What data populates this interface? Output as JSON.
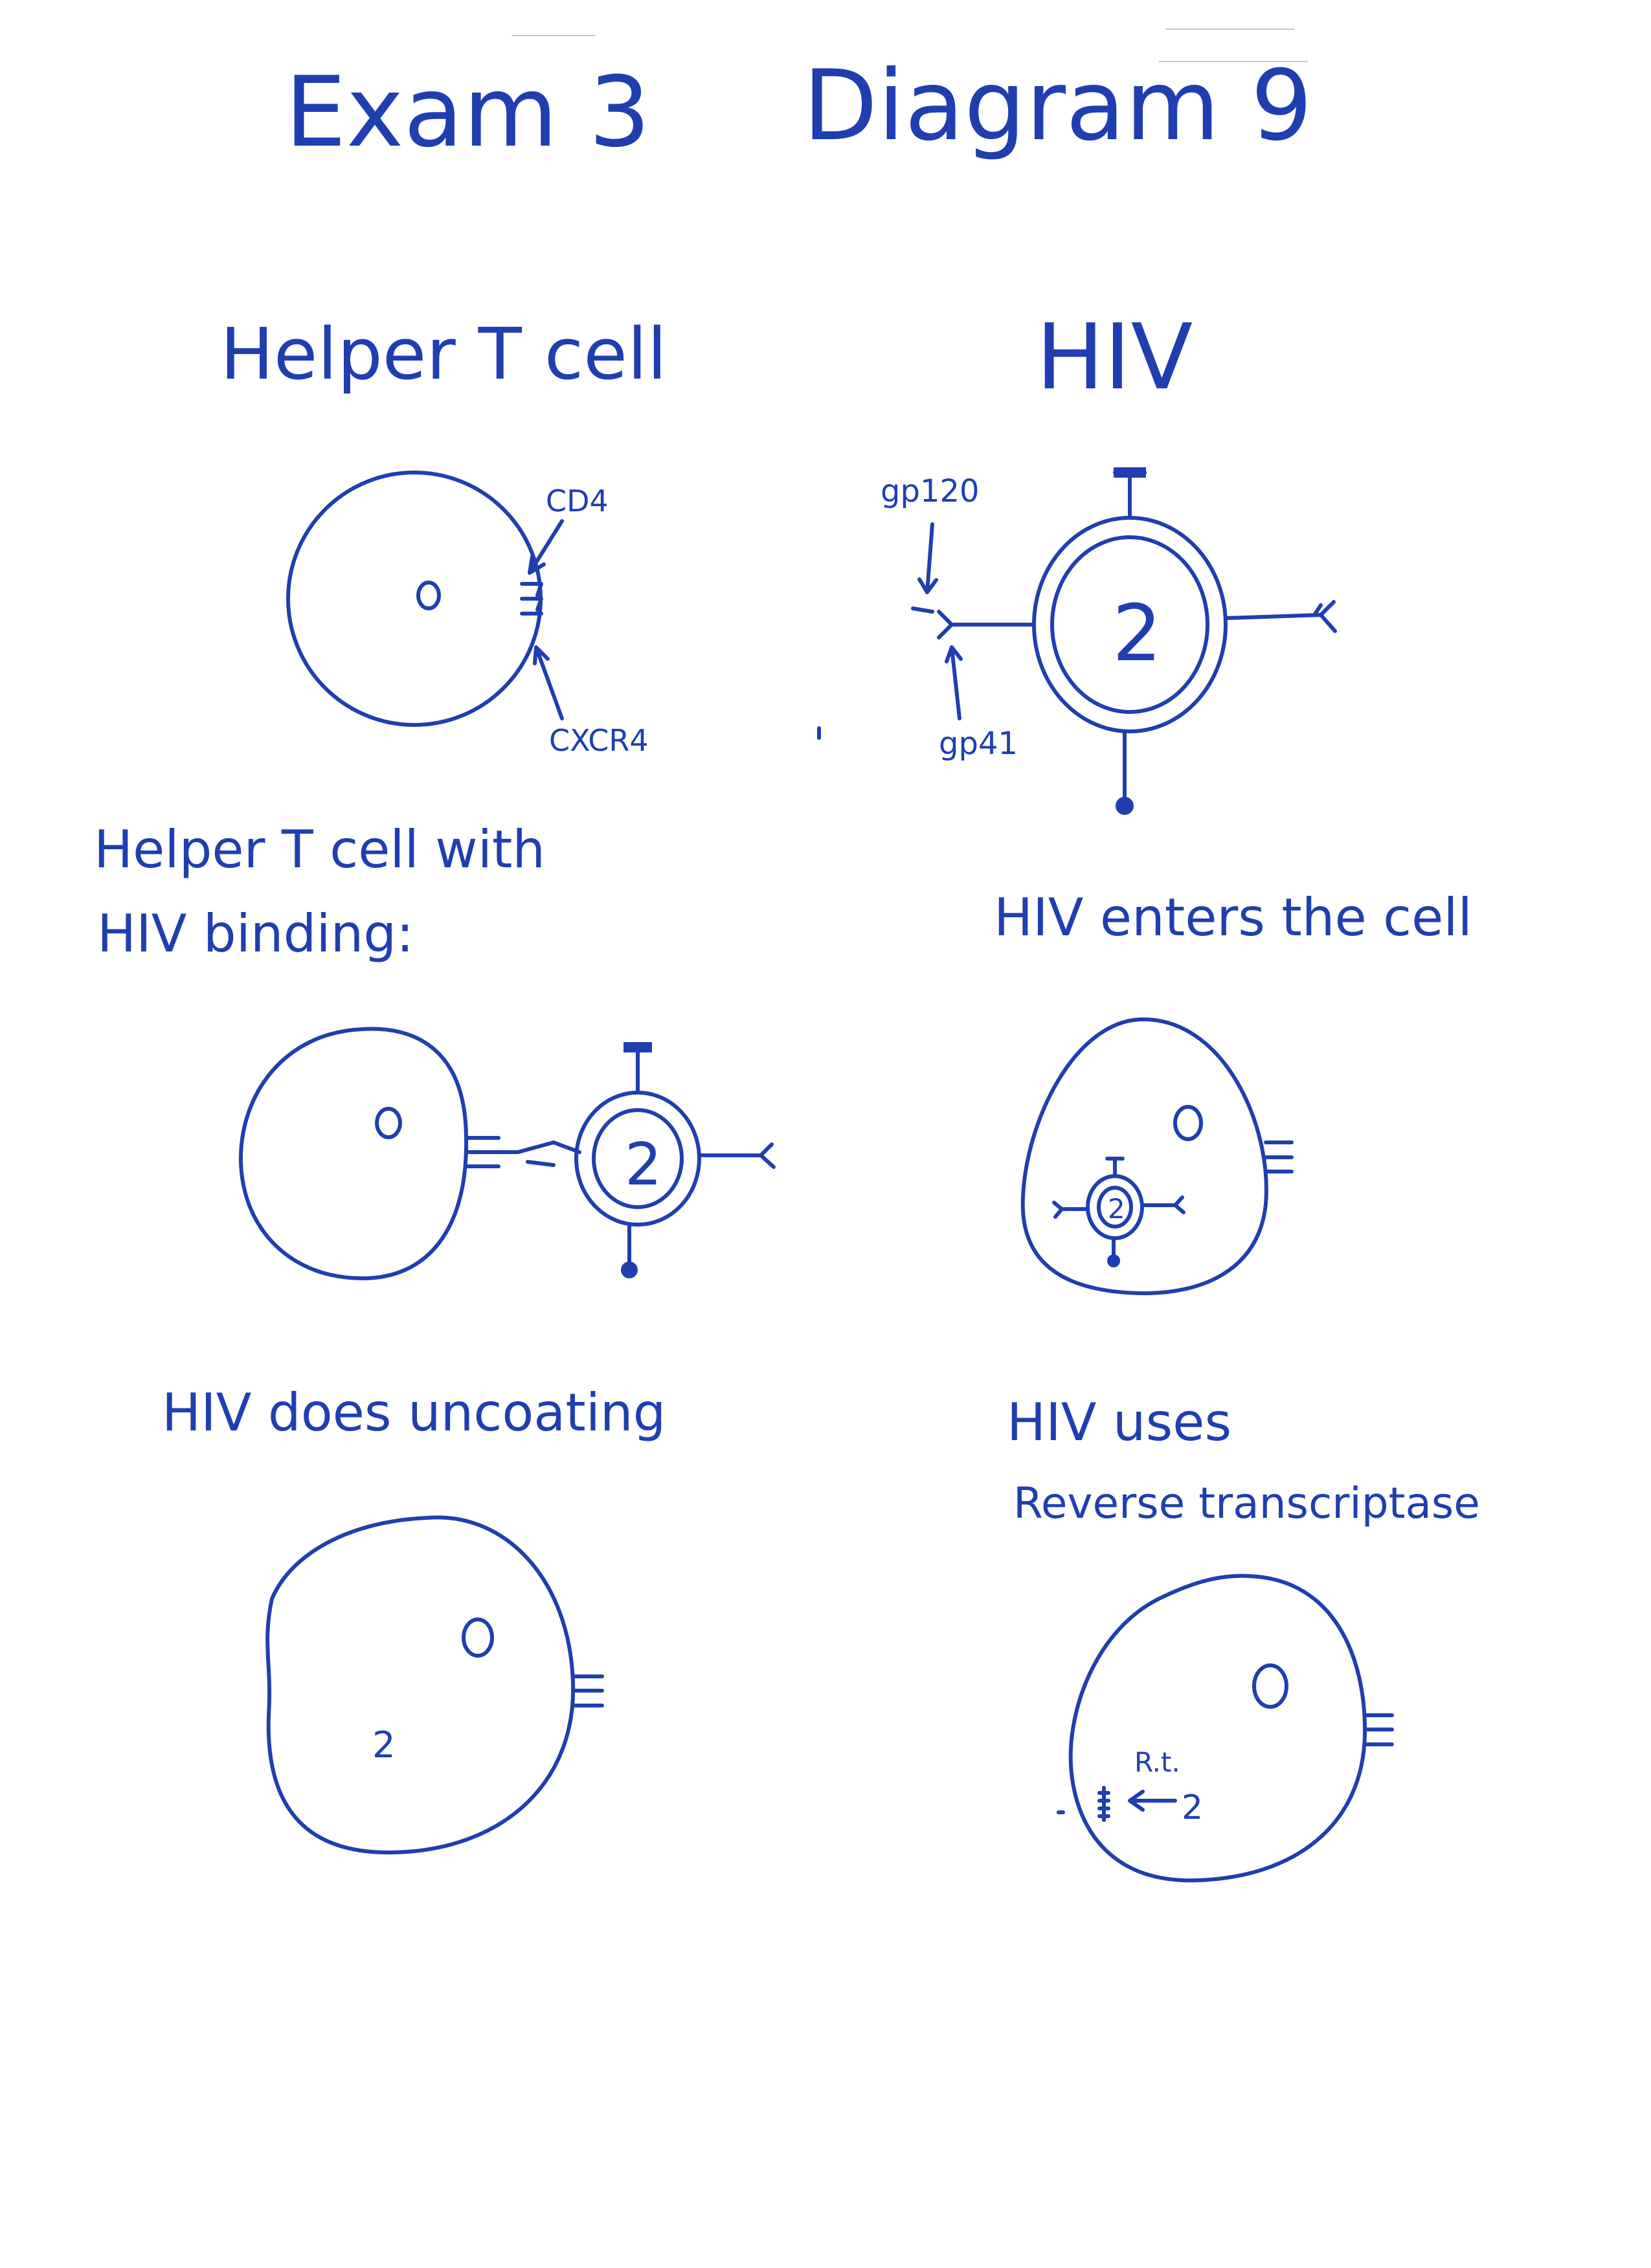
{
  "page": {
    "title_left": "Exam 3",
    "title_right": "Diagram 9"
  },
  "panels": {
    "helper_t_cell": {
      "title": "Helper T cell",
      "labels": {
        "cd4": "CD4",
        "cxcr4": "CXCR4"
      }
    },
    "hiv": {
      "title": "HIV",
      "labels": {
        "gp120": "gp120",
        "gp41": "gp41",
        "core": "2"
      }
    },
    "binding": {
      "title_line1": "Helper T cell with",
      "title_line2": "HIV binding:",
      "core": "2"
    },
    "enters": {
      "title": "HIV enters the cell",
      "core": "2"
    },
    "uncoating": {
      "title": "HIV does uncoating",
      "rna": "2"
    },
    "reverse_transcriptase": {
      "title_line1": "HIV uses",
      "title_line2": "Reverse transcriptase",
      "rt_label": "R.t.",
      "rna": "2"
    }
  },
  "colors": {
    "ink": "#1f3fb0",
    "paper": "#ffffff"
  }
}
